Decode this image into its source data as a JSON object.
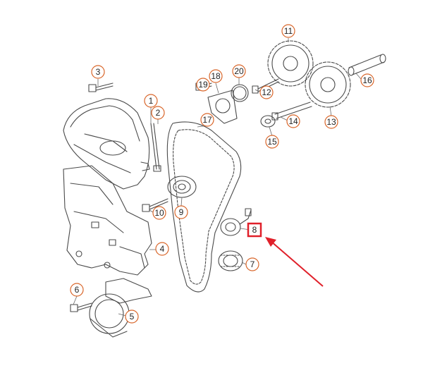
{
  "diagram": {
    "background": "#ffffff",
    "line_color": "#4a4a4a",
    "label_circle_color": "#d9662a",
    "highlight_color": "#e0202a",
    "highlighted_part": "8",
    "callouts": [
      {
        "id": "1",
        "label": "1"
      },
      {
        "id": "2",
        "label": "2"
      },
      {
        "id": "3",
        "label": "3"
      },
      {
        "id": "4",
        "label": "4"
      },
      {
        "id": "5",
        "label": "5"
      },
      {
        "id": "6",
        "label": "6"
      },
      {
        "id": "7",
        "label": "7"
      },
      {
        "id": "8",
        "label": "8"
      },
      {
        "id": "9",
        "label": "9"
      },
      {
        "id": "10",
        "label": "10"
      },
      {
        "id": "11",
        "label": "11"
      },
      {
        "id": "12",
        "label": "12"
      },
      {
        "id": "13",
        "label": "13"
      },
      {
        "id": "14",
        "label": "14"
      },
      {
        "id": "15",
        "label": "15"
      },
      {
        "id": "16",
        "label": "16"
      },
      {
        "id": "17",
        "label": "17"
      },
      {
        "id": "18",
        "label": "18"
      },
      {
        "id": "19",
        "label": "19"
      },
      {
        "id": "20",
        "label": "20"
      }
    ]
  }
}
